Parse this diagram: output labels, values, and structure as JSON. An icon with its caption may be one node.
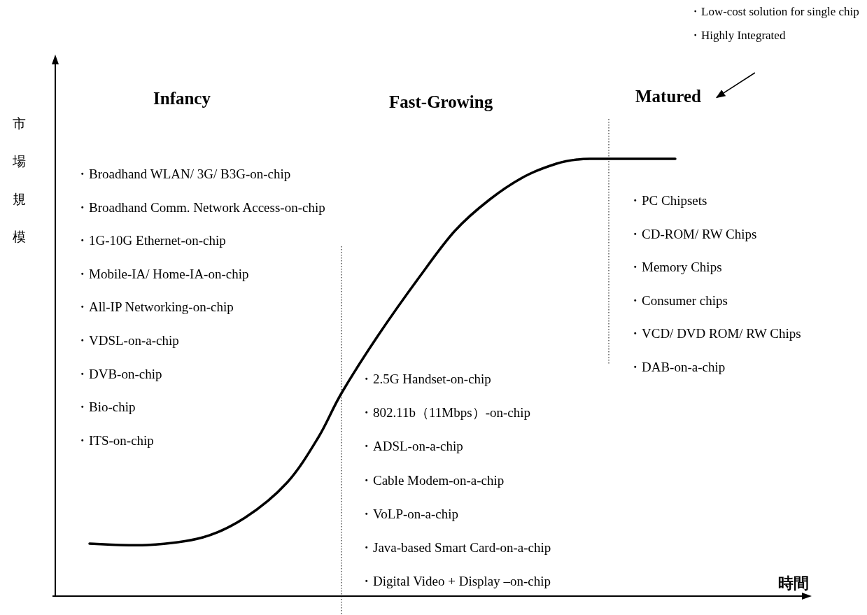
{
  "diagram": {
    "nodes": [
      {
        "text": [
          "・Low-cost solution for single chip",
          "・Highly Integrated"
        ]
      },
      {
        "text": [
          "Matured"
        ]
      }
    ],
    "edges": [
      {
        "from": 0,
        "to": 1,
        "arrow": "to"
      }
    ],
    "labels": [
      "市場規模",
      "Infancy",
      "Fast-Growing",
      "・Broadhand WLAN/ 3G/ B3G-on-chip",
      "・Broadhand Comm. Network Access-on-chip",
      "・1G-10G Ethernet-on-chip",
      "・Mobile-IA/ Home-IA-on-chip",
      "・All-IP Networking-on-chip",
      "・VDSL-on-a-chip",
      "・DVB-on-chip",
      "・Bio-chip",
      "・ITS-on-chip",
      "・PC Chipsets",
      "・CD-ROM/ RW Chips",
      "・Memory Chips",
      "・Consumer chips",
      "・VCD/ DVD ROM/ RW Chips",
      "・DAB-on-a-chip",
      "・2.5G Handset-on-chip",
      "・802.11b（11Mbps）-on-chip",
      "・ADSL-on-a-chip",
      "・Cable Modem-on-a-chip",
      "・VoLP-on-a-chip",
      "・Java-based Smart Card-on-a-chip",
      "・Digital Video + Display –on-chip",
      "時間"
    ]
  }
}
